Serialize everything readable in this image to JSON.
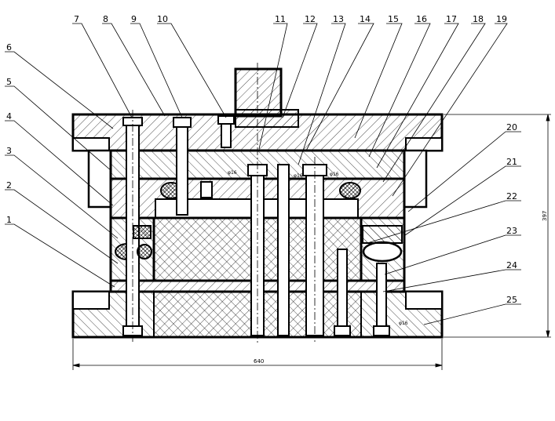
{
  "callouts_top": [
    "7",
    "8",
    "9",
    "10",
    "11",
    "12",
    "13",
    "14",
    "15",
    "16",
    "17",
    "18",
    "19"
  ],
  "callouts_left": [
    "6",
    "5",
    "4",
    "3",
    "2",
    "1"
  ],
  "callouts_right": [
    "20",
    "21",
    "22",
    "23",
    "24",
    "25"
  ],
  "dimensions": {
    "overall_width": "640",
    "overall_height": "397"
  },
  "small_notes": {
    "note_a": "φ16",
    "note_b": "φ16",
    "note_c": "φ16",
    "note_d": "φ16"
  }
}
